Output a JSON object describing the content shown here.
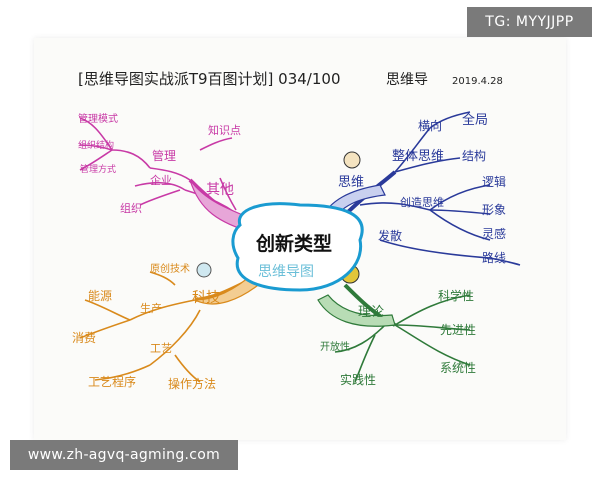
{
  "watermark_top": "TG: MYYJJPP",
  "watermark_bottom": "www.zh-agvq-agming.com",
  "header": {
    "title": "[思维导图实战派T9百图计划] 034/100",
    "signature": "思维导",
    "date": "2019.4.28"
  },
  "center": {
    "title": "创新类型",
    "subtitle": "思维导图"
  },
  "branch_left_top": {
    "label": "其他",
    "items": [
      "知识点",
      "管理",
      "企业",
      "组织"
    ],
    "leaves": [
      "管理模式",
      "组织结构",
      "管理方式"
    ]
  },
  "branch_left_bottom": {
    "label": "科技",
    "items": [
      "原创技术",
      "生产",
      "工艺",
      "操作方法"
    ],
    "leaves": [
      "能源",
      "消费",
      "工艺程序"
    ]
  },
  "branch_right_top": {
    "label": "思维",
    "items": [
      "整体思维",
      "创造思维",
      "发散"
    ],
    "leaves": [
      "横向",
      "全局",
      "结构",
      "逻辑",
      "形象",
      "灵感",
      "路线"
    ]
  },
  "branch_right_bottom": {
    "label": "理论",
    "items": [
      "科学性",
      "先进性",
      "系统性",
      "开放性",
      "实践性"
    ]
  },
  "colors": {
    "left_top": "#c83aa6",
    "left_bottom": "#d98a1c",
    "right_top": "#2a3a9a",
    "right_bottom": "#2f7a3a",
    "center": "#1a9bd1"
  }
}
